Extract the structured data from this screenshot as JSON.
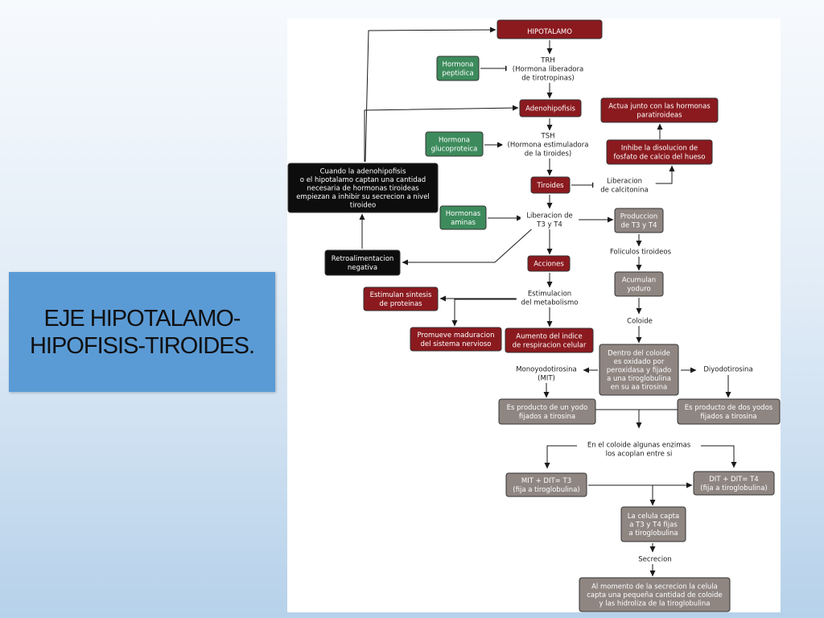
{
  "slide_title": "EJE HIPOTALAMO-HIPOFISIS-TIROIDES.",
  "colors": {
    "red_node": "#8b1a1f",
    "green_node": "#3d8b5c",
    "black_node": "#0d0d0d",
    "gray_node": "#8f8682",
    "title_box": "#5b9bd5",
    "arrow": "#1a1a1a"
  },
  "nodes": {
    "hipotalamo": {
      "lines": [
        "HIPOTALAMO"
      ]
    },
    "hormona_peptidica": {
      "lines": [
        "Hormona",
        "peptidica"
      ]
    },
    "adenohipofisis": {
      "lines": [
        "Adenohipofisis"
      ]
    },
    "actua_junto": {
      "lines": [
        "Actua junto con las hormonas",
        "paratiroideas"
      ]
    },
    "hormona_glucoproteica": {
      "lines": [
        "Hormona",
        "glucoproteica"
      ]
    },
    "inhibe_disolucion": {
      "lines": [
        "Inhibe la disolucion de",
        "fosfato de calcio del hueso"
      ]
    },
    "cuando_adenohipofisis": {
      "lines": [
        "Cuando la adenohipofisis",
        "o el hipotalamo captan una cantidad",
        "necesaria de hormonas tiroideas",
        "empiezan a inhibir su secrecion a nivel",
        "tiroideo"
      ]
    },
    "tiroides": {
      "lines": [
        "Tiroides"
      ]
    },
    "hormonas_aminas": {
      "lines": [
        "Hormonas",
        "aminas"
      ]
    },
    "produccion_t3_t4": {
      "lines": [
        "Produccion",
        "de T3 y T4"
      ]
    },
    "retroalimentacion": {
      "lines": [
        "Retroalimentacion",
        "negativa"
      ]
    },
    "acciones": {
      "lines": [
        "Acciones"
      ]
    },
    "acumulan_yoduro": {
      "lines": [
        "Acumulan",
        "yoduro"
      ]
    },
    "estimulan_sintesis": {
      "lines": [
        "Estimulan sintesis",
        "de proteinas"
      ]
    },
    "promueve_maduracion": {
      "lines": [
        "Promueve maduracion",
        "del sistema nervioso"
      ]
    },
    "aumento_indice": {
      "lines": [
        "Aumento del indice",
        "de respiracion celular"
      ]
    },
    "dentro_coloide": {
      "lines": [
        "Dentro del coloide",
        "es oxidado por",
        "peroxidasa y fijado",
        "a una tiroglobulina",
        "en su aa tirosina"
      ]
    },
    "producto_un_yodo": {
      "lines": [
        "Es producto de un yodo",
        "fijados a tirosina"
      ]
    },
    "producto_dos_yodos": {
      "lines": [
        "Es producto de dos yodos",
        "fijados a tirosina"
      ]
    },
    "mit_dit_t3": {
      "lines": [
        "MIT + DIT= T3",
        "(fija a tiroglobulina)"
      ]
    },
    "dit_dit_t4": {
      "lines": [
        "DIT + DIT= T4",
        "(fija a tiroglobulina)"
      ]
    },
    "celula_capta": {
      "lines": [
        "La celula capta",
        "a T3 y T4 fijas",
        "a tiroglobulina"
      ]
    },
    "al_momento": {
      "lines": [
        "Al momento de la secrecion la celula",
        "capta una pequeña cantidad de coloide",
        "y las hidroliza de la tiroglobulina"
      ]
    }
  },
  "labels": {
    "trh": {
      "lines": [
        "TRH",
        "(Hormona liberadora",
        "de tirotropinas)"
      ]
    },
    "tsh": {
      "lines": [
        "TSH",
        "(Hormona estimuladora",
        "de la tiroides)"
      ]
    },
    "liberacion_calcitonina": {
      "lines": [
        "Liberacion",
        "de calcitonina"
      ]
    },
    "liberacion_t3_t4": {
      "lines": [
        "Liberacion de",
        "T3 y T4"
      ]
    },
    "foliculos": {
      "lines": [
        "Foliculos tiroideos"
      ]
    },
    "estimulacion": {
      "lines": [
        "Estimulacion",
        "del metabolismo"
      ]
    },
    "coloide": {
      "lines": [
        "Coloide"
      ]
    },
    "monoyodotirosina": {
      "lines": [
        "Monoyodotirosina",
        "(MIT)"
      ]
    },
    "diyodotirosina": {
      "lines": [
        "Diyodotirosina"
      ]
    },
    "coloide_enzimas": {
      "lines": [
        "En el coloide algunas enzimas",
        "los acoplan entre si"
      ]
    },
    "secrecion": {
      "lines": [
        "Secrecion"
      ]
    }
  }
}
